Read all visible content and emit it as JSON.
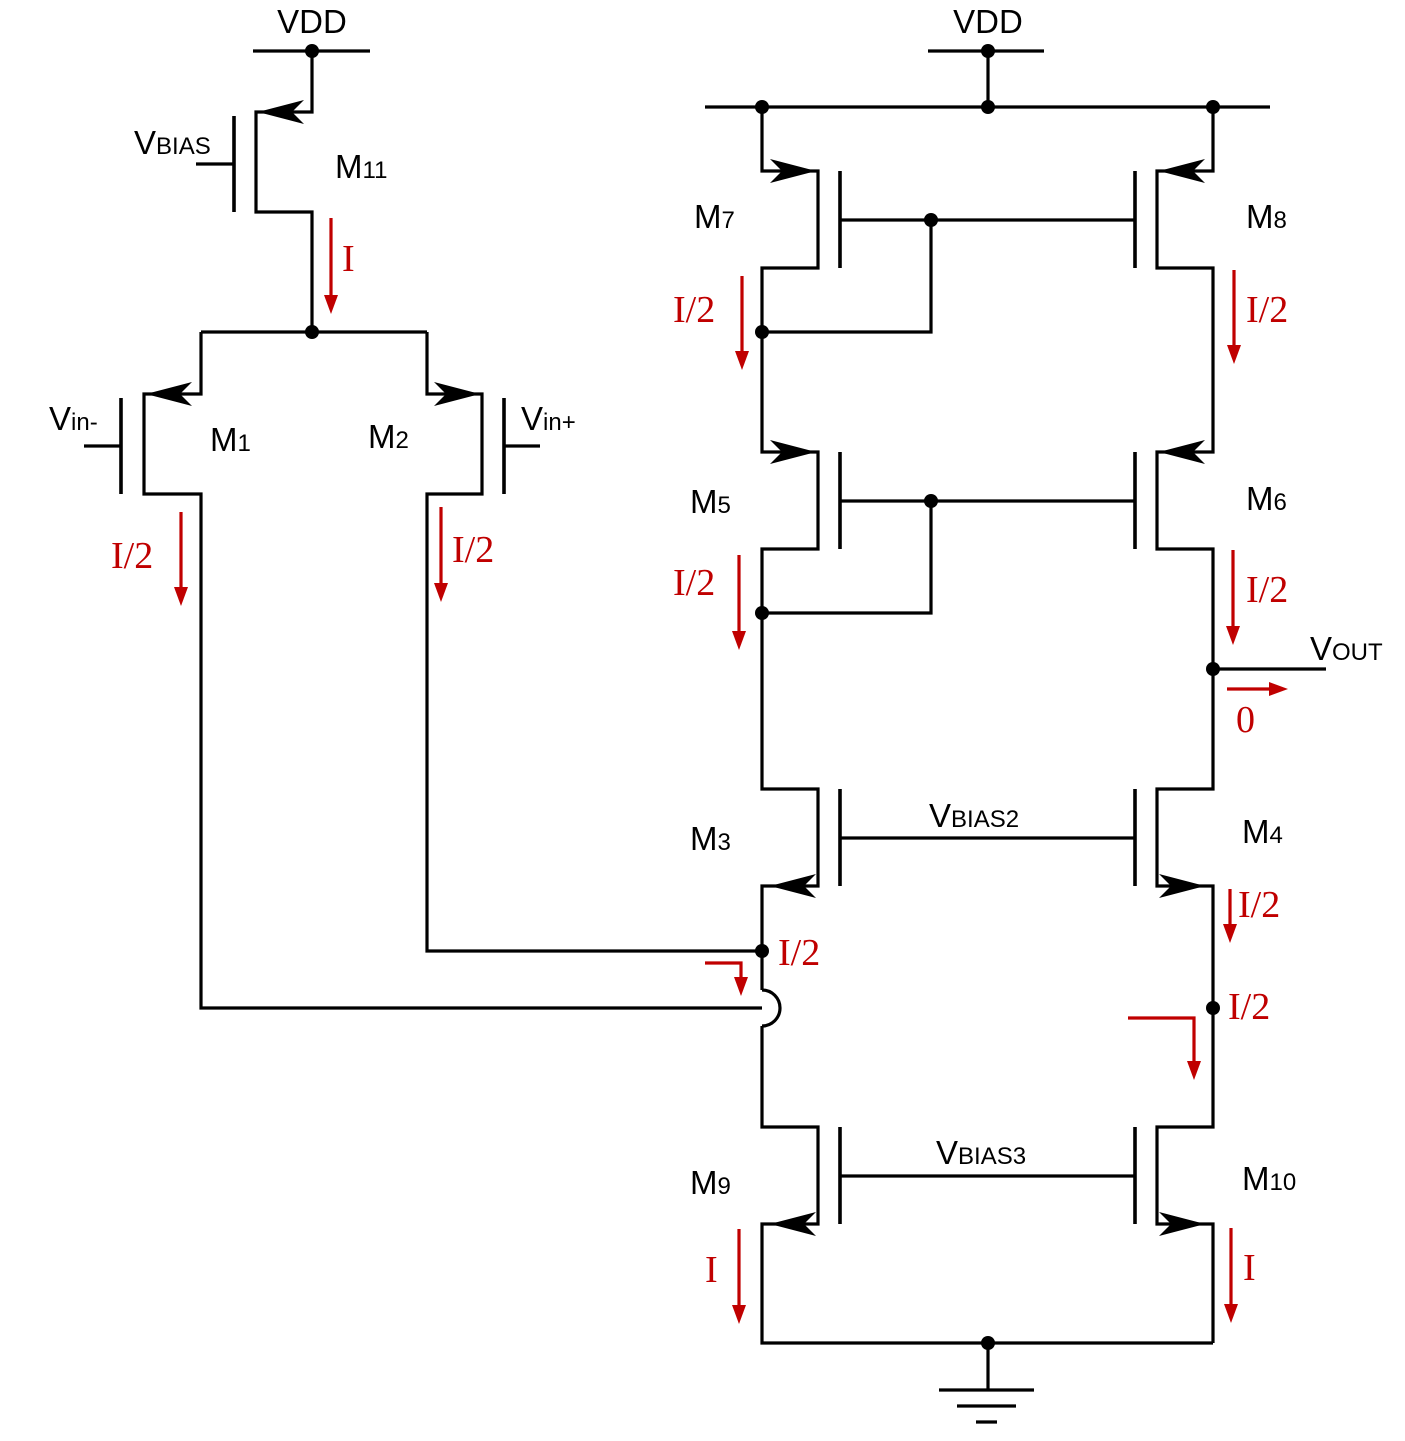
{
  "labels": {
    "vdd_left": "VDD",
    "vdd_right": "VDD",
    "vbias_main": "V",
    "vbias_sub": "BIAS",
    "vin_minus_main": "V",
    "vin_minus_sub": "in-",
    "vin_plus_main": "V",
    "vin_plus_sub": "in+",
    "vout_main": "V",
    "vout_sub": "OUT",
    "vbias2_main": "V",
    "vbias2_sub": "BIAS2",
    "vbias3_main": "V",
    "vbias3_sub": "BIAS3"
  },
  "transistors": {
    "m11": {
      "main": "M",
      "sub": "11"
    },
    "m1": {
      "main": "M",
      "sub": "1"
    },
    "m2": {
      "main": "M",
      "sub": "2"
    },
    "m7": {
      "main": "M",
      "sub": "7"
    },
    "m8": {
      "main": "M",
      "sub": "8"
    },
    "m5": {
      "main": "M",
      "sub": "5"
    },
    "m6": {
      "main": "M",
      "sub": "6"
    },
    "m3": {
      "main": "M",
      "sub": "3"
    },
    "m4": {
      "main": "M",
      "sub": "4"
    },
    "m9": {
      "main": "M",
      "sub": "9"
    },
    "m10": {
      "main": "M",
      "sub": "10"
    }
  },
  "currents": {
    "m11": "I",
    "m1": "I/2",
    "m2": "I/2",
    "m7": "I/2",
    "m8": "I/2",
    "m5": "I/2",
    "m6": "I/2",
    "vout": "0",
    "m4": "I/2",
    "node_left": "I/2",
    "node_right": "I/2",
    "m9": "I",
    "m10": "I"
  },
  "colors": {
    "wire": "#000000",
    "current_annotation": "#c00000",
    "background": "#ffffff"
  }
}
